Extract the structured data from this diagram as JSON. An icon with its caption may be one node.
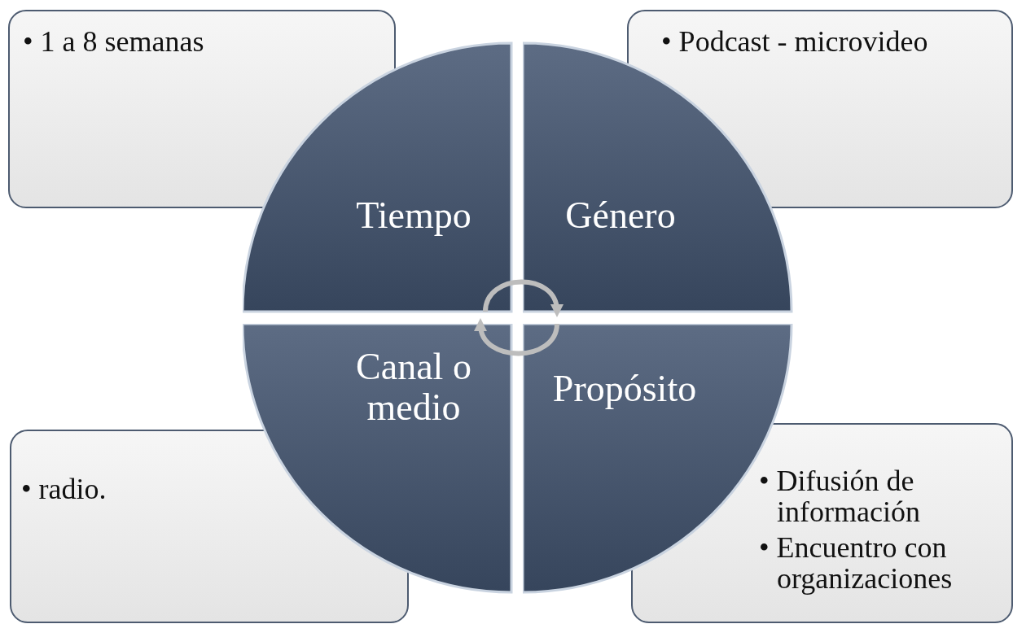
{
  "diagram": {
    "nodes": [
      {
        "text": [
          "• 1 a 8 semanas"
        ]
      },
      {
        "text": [
          "• Podcast - microvideo"
        ]
      },
      {
        "text": [
          "Tiempo"
        ]
      },
      {
        "text": [
          "Género"
        ]
      },
      {
        "text": [
          "Canal o medio"
        ]
      },
      {
        "text": [
          "Propósito"
        ]
      },
      {
        "text": [
          "• radio."
        ]
      },
      {
        "text": [
          "• Difusión de información",
          "• Encuentro con organizaciones"
        ]
      }
    ],
    "edges": [
      {
        "from": 2,
        "to": 3,
        "arrow": "to"
      },
      {
        "from": 5,
        "to": 4,
        "arrow": "to"
      }
    ]
  }
}
